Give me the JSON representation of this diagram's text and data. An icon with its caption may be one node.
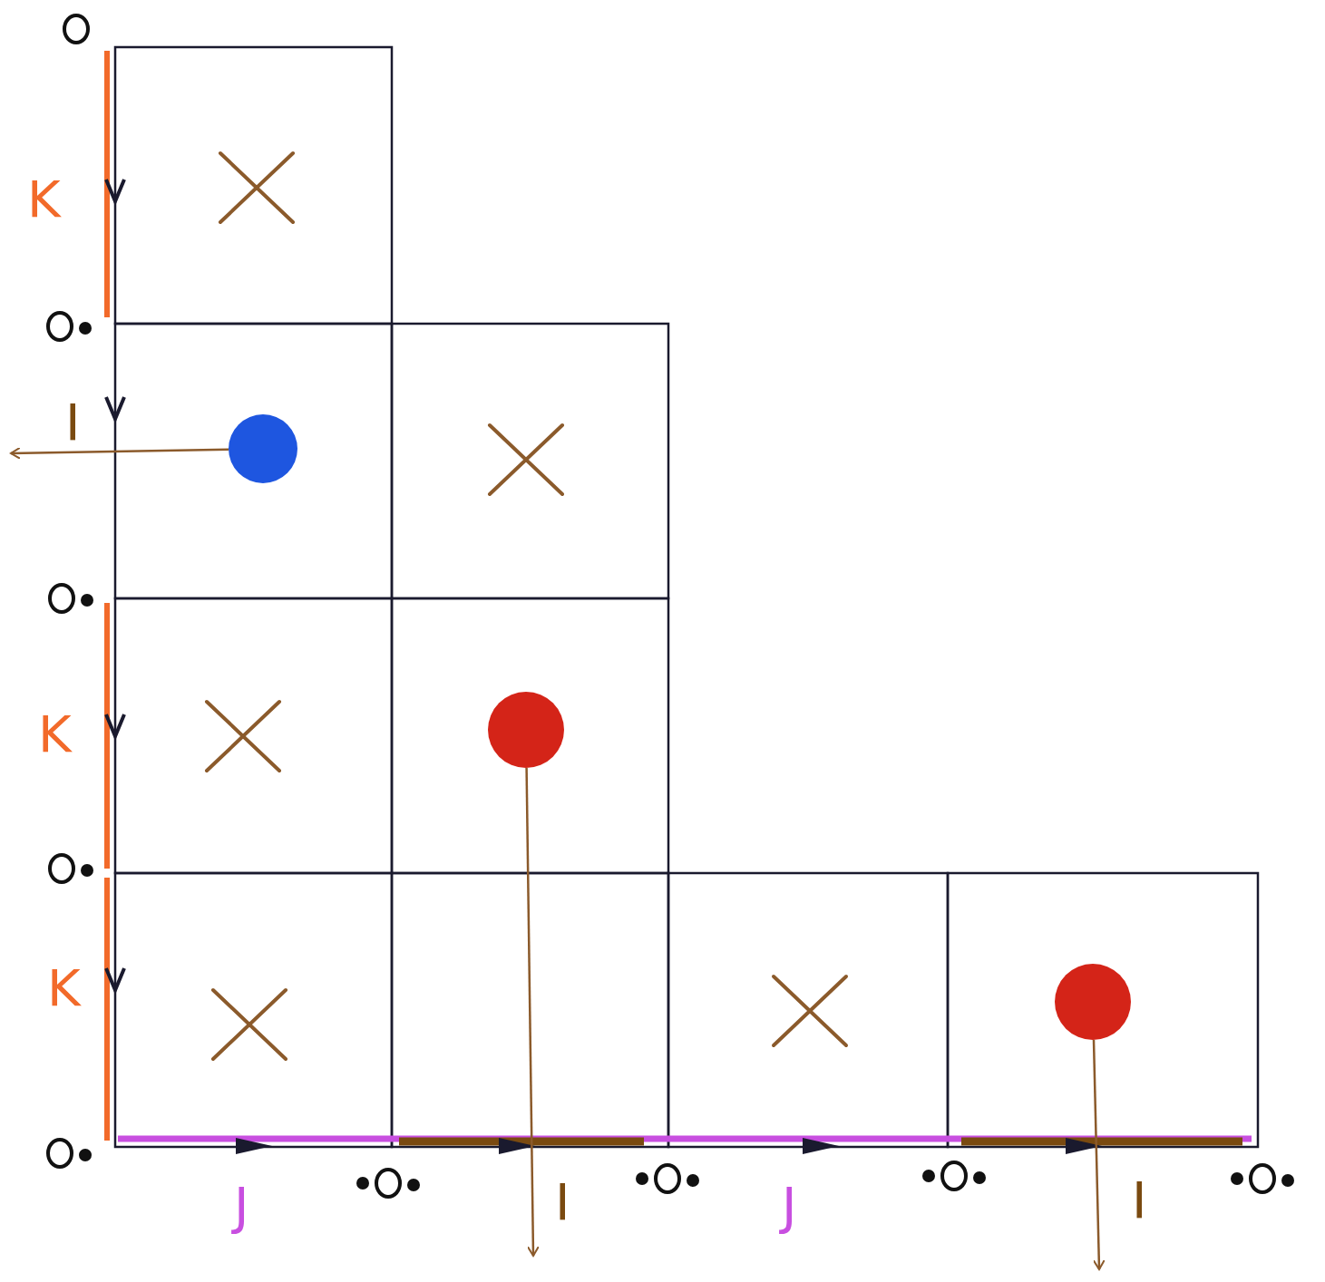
{
  "diagram": {
    "nodes": [
      {
        "text": [],
        "shape": "circle"
      },
      {
        "text": [],
        "shape": "circle"
      },
      {
        "text": [],
        "shape": "circle"
      }
    ],
    "edges": [
      {
        "from": 0,
        "to": null,
        "arrow": "to"
      },
      {
        "from": 1,
        "to": null,
        "arrow": "to"
      },
      {
        "from": 2,
        "to": null,
        "arrow": "to"
      }
    ],
    "labels": [
      "K",
      "I",
      "K",
      "K",
      "J",
      "I",
      "J",
      "I"
    ]
  }
}
